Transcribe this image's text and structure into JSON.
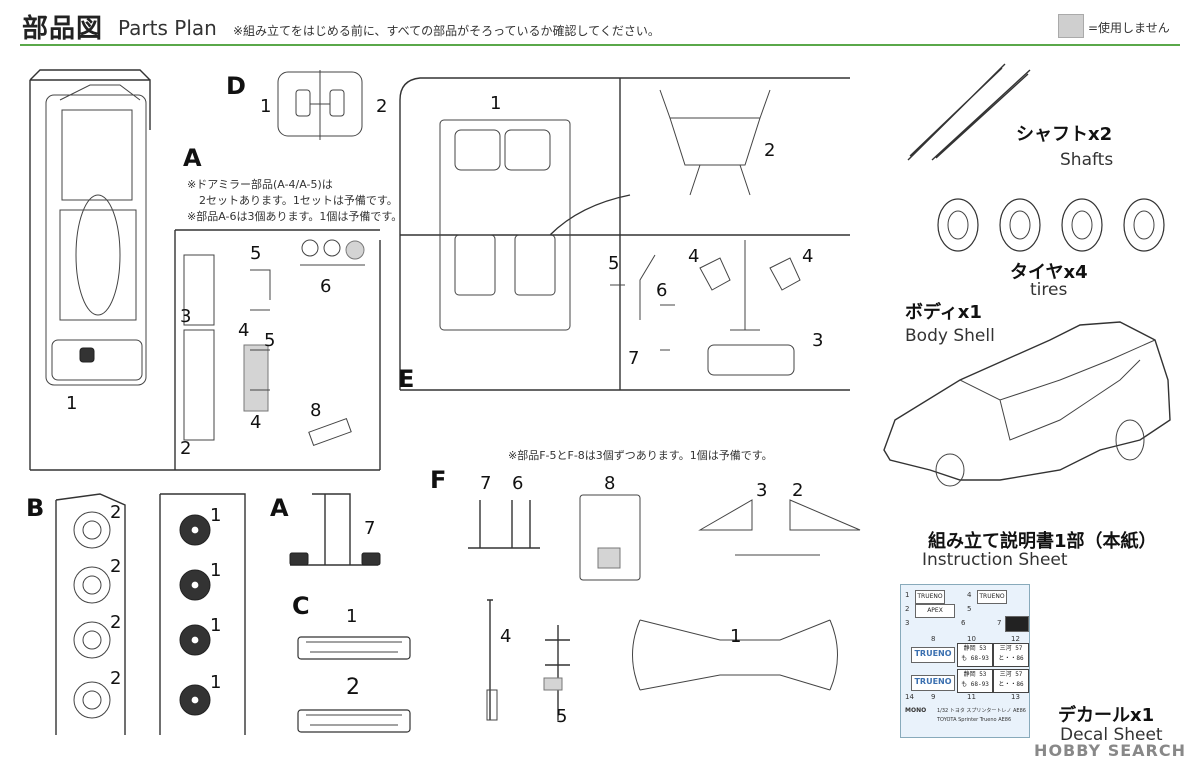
{
  "header": {
    "title_jp": "部品図",
    "title_en": "Parts Plan",
    "note": "※組み立てをはじめる前に、すべての部品がそろっているか確認してください。",
    "legend_text": "=使用しません"
  },
  "sprues": {
    "A": {
      "label": "A",
      "note_1": "※ドアミラー部品(A-4/A-5)は",
      "note_2": "2セットあります。1セットは予備です。",
      "note_3": "※部品A-6は3個あります。1個は予備です。",
      "parts": [
        "1",
        "2",
        "3",
        "4",
        "5",
        "4",
        "5",
        "6",
        "8"
      ]
    },
    "A2": {
      "label": "A",
      "parts": [
        "7"
      ]
    },
    "B": {
      "label": "B",
      "parts": [
        "2",
        "1",
        "2",
        "1",
        "2",
        "1",
        "2",
        "1"
      ]
    },
    "C": {
      "label": "C",
      "parts": [
        "1",
        "2"
      ]
    },
    "D": {
      "label": "D",
      "parts": [
        "1",
        "2"
      ]
    },
    "E": {
      "label": "E",
      "parts": [
        "1",
        "2",
        "4",
        "4",
        "5",
        "6",
        "7",
        "3"
      ]
    },
    "F": {
      "label": "F",
      "note": "※部品F-5とF-8は3個ずつあります。1個は予備です。",
      "parts": [
        "7",
        "6",
        "8",
        "3",
        "2",
        "4",
        "5",
        "1"
      ]
    }
  },
  "extras": {
    "shafts": {
      "jp": "シャフトx2",
      "en": "Shafts"
    },
    "tires": {
      "jp": "タイヤx4",
      "en": "tires"
    },
    "body": {
      "jp": "ボディx1",
      "en": "Body Shell"
    },
    "instruction": {
      "jp": "組み立て説明書1部（本紙）",
      "en": "Instruction Sheet"
    },
    "decal": {
      "jp": "デカールx1",
      "en": "Decal Sheet"
    }
  },
  "decal_sheet": {
    "numbers": [
      "1",
      "2",
      "3",
      "4",
      "5",
      "6",
      "7",
      "8",
      "9",
      "10",
      "11",
      "12",
      "13",
      "14"
    ],
    "brand_1": "TRUENO",
    "brand_2": "APEX",
    "plate_1": "静岡 53\nも 68-93",
    "plate_2": "三河 57\nと・・86",
    "footer_1": "1/32 トヨタ スプリンタートレノ AE86",
    "footer_2": "TOYOTA Sprinter Trueno AE86",
    "maker": "MONO"
  },
  "watermark": "HOBBY SEARCH",
  "colors": {
    "header_line": "#5aa84a",
    "unused_swatch": "#cfcfcf",
    "decal_bg": "#e9f2fb"
  }
}
